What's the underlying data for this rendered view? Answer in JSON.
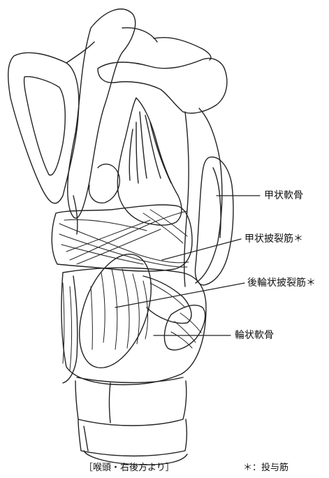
{
  "figure": {
    "labels": {
      "thyroid_cartilage": "甲状軟骨",
      "thyroarytenoid_muscle": "甲状披裂筋＊",
      "posterior_cricoarytenoid_muscle": "後輪状披裂筋＊",
      "cricoid_cartilage": "輪状軟骨"
    },
    "caption": "［喉頭・右後方より］",
    "note": "＊：投与筋"
  }
}
